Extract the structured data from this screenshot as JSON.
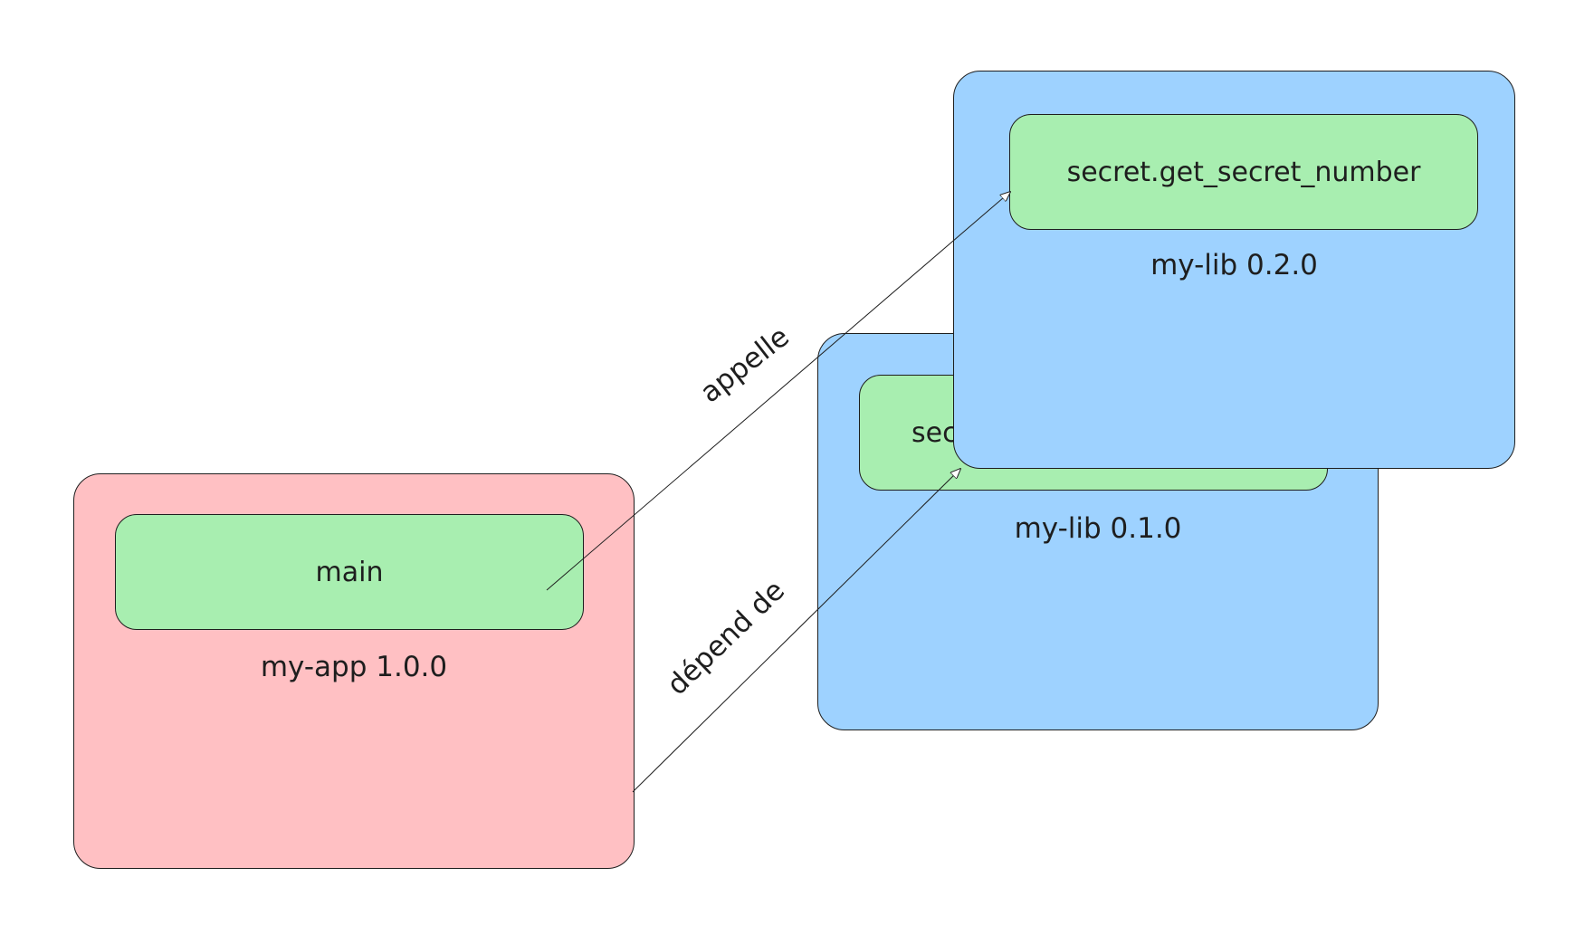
{
  "my_app": {
    "label": "my-app 1.0.0",
    "function": "main"
  },
  "lib_old": {
    "label": "my-lib 0.1.0",
    "function": "sec"
  },
  "lib_new": {
    "label": "my-lib 0.2.0",
    "function": "secret.get_secret_number"
  },
  "edges": {
    "calls": "appelle",
    "depends": "dépend de"
  },
  "colors": {
    "app": "#ffc0c3",
    "lib": "#9ed2ff",
    "function": "#a8eeb0",
    "stroke": "#1e1e1e"
  }
}
